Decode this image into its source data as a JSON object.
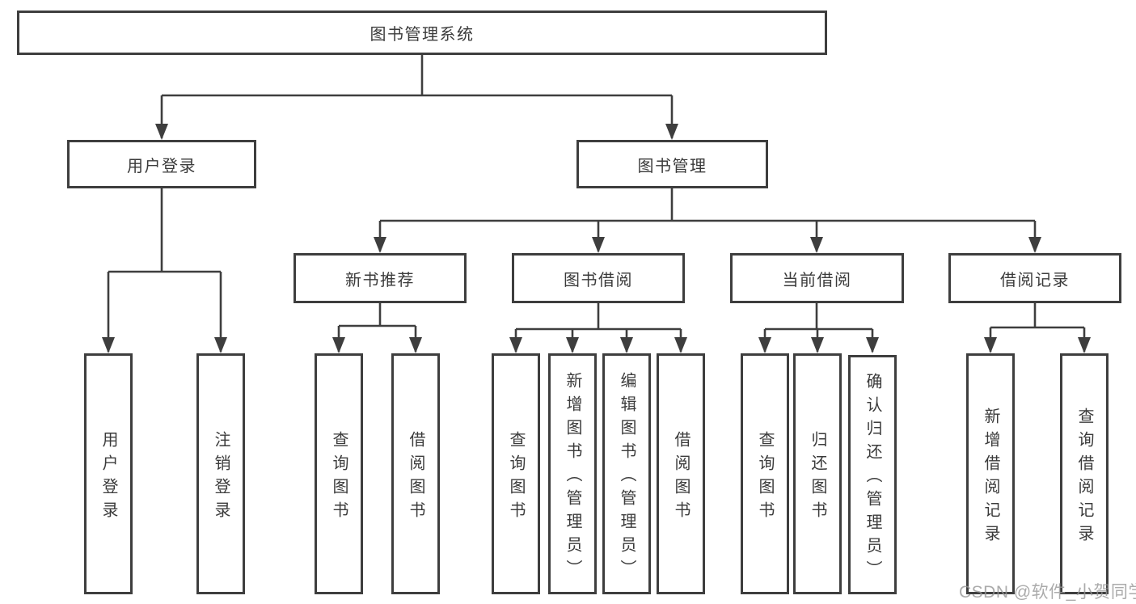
{
  "tree": {
    "label": "图书管理系统",
    "children": [
      {
        "label": "用户登录",
        "children": [
          {
            "label": "用户登录"
          },
          {
            "label": "注销登录"
          }
        ]
      },
      {
        "label": "图书管理",
        "children": [
          {
            "label": "新书推荐",
            "children": [
              {
                "label": "查询图书"
              },
              {
                "label": "借阅图书"
              }
            ]
          },
          {
            "label": "图书借阅",
            "children": [
              {
                "label": "查询图书"
              },
              {
                "label": "新增图书（管理员）"
              },
              {
                "label": "编辑图书（管理员）"
              },
              {
                "label": "借阅图书"
              }
            ]
          },
          {
            "label": "当前借阅",
            "children": [
              {
                "label": "查询图书"
              },
              {
                "label": "归还图书"
              },
              {
                "label": "确认归还（管理员）"
              }
            ]
          },
          {
            "label": "借阅记录",
            "children": [
              {
                "label": "新增借阅记录"
              },
              {
                "label": "查询借阅记录"
              }
            ]
          }
        ]
      }
    ]
  },
  "watermark": "CSDN @软件_小贺同学",
  "colors": {
    "line": "#3e3e3e",
    "text": "#3b3b3b",
    "watermark": "#b0b0b0",
    "background": "#ffffff"
  }
}
